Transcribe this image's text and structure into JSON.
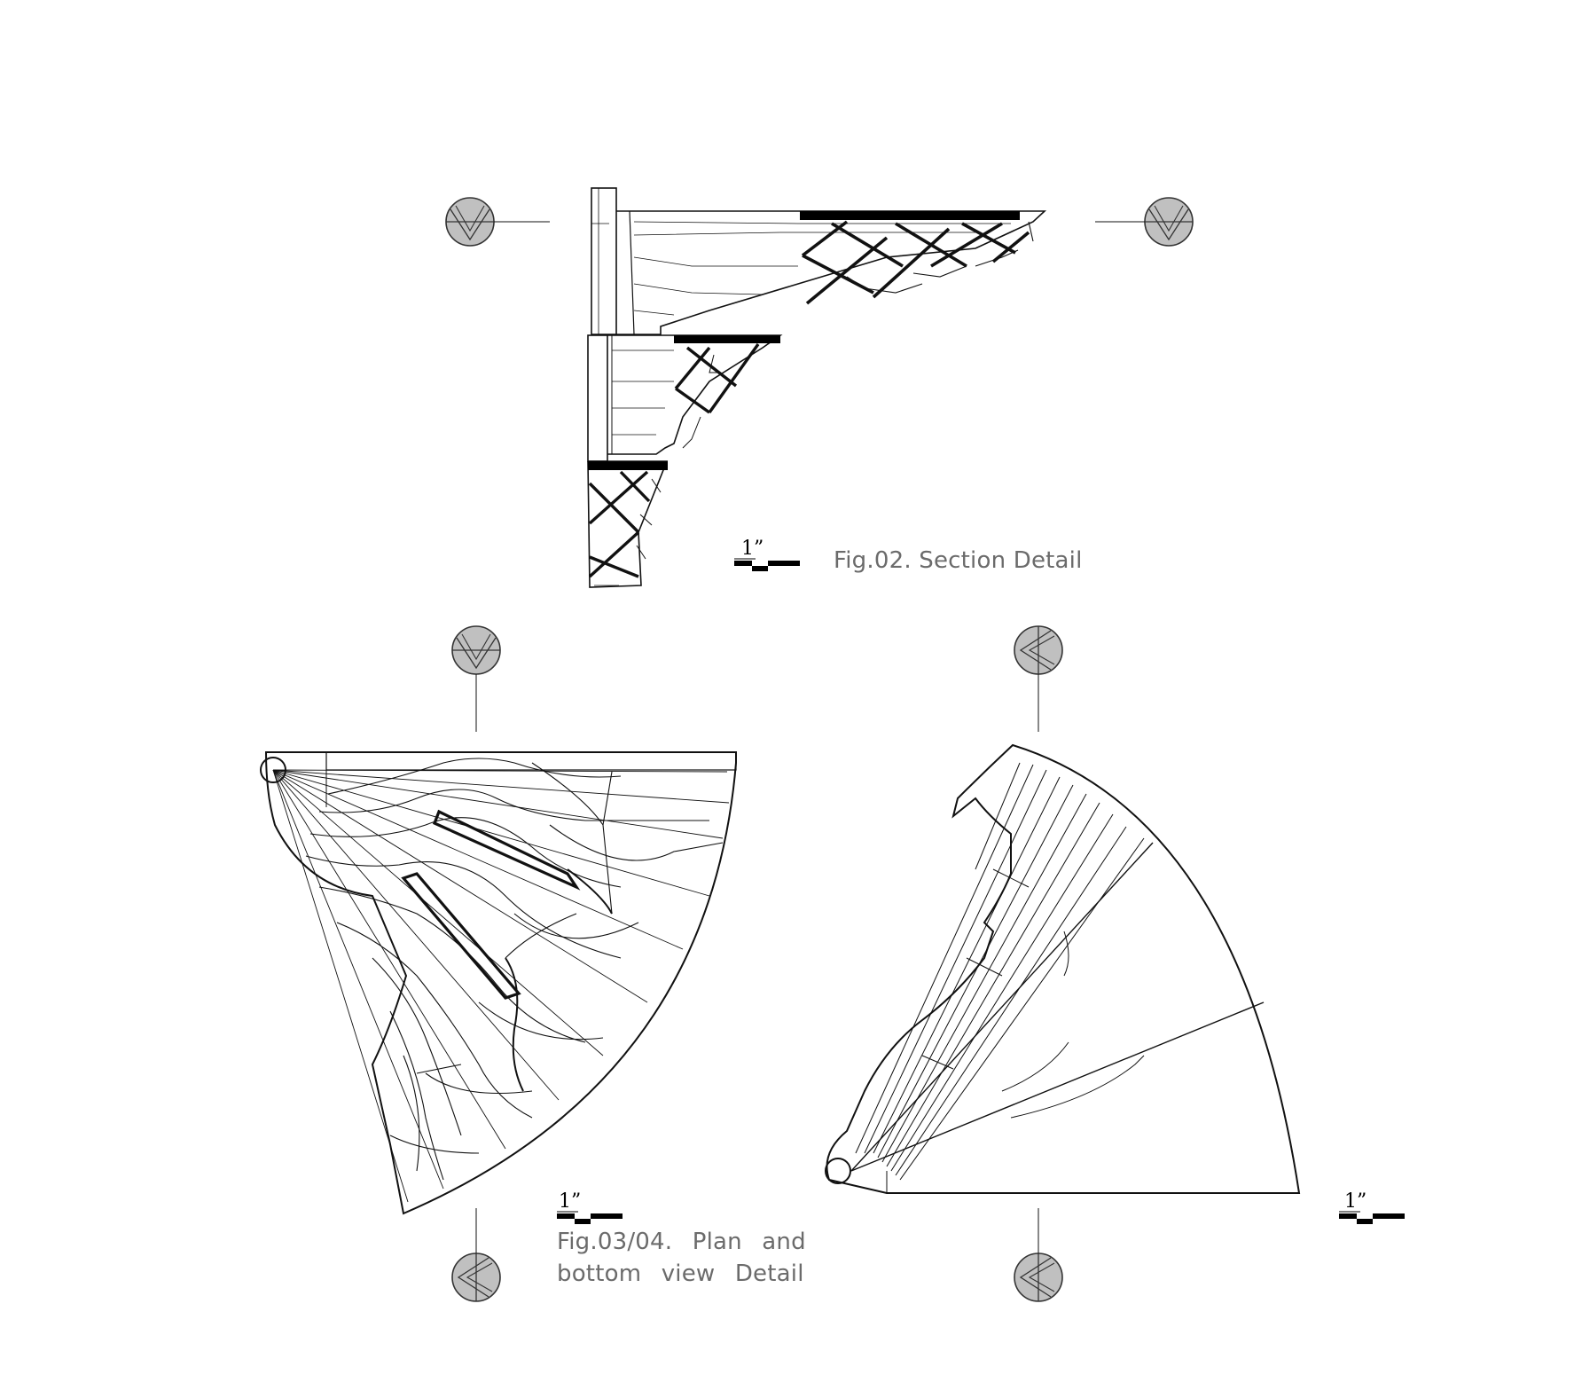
{
  "figures": {
    "section": {
      "caption": "Fig.02.  Section Detail",
      "scale_label": "1”"
    },
    "plan_bottom": {
      "caption": "Fig.03/04.  Plan  and  bottom view Detail",
      "scale_label_left": "1”",
      "scale_label_right": "1”"
    }
  },
  "icons": {
    "section_marker": "section-marker-icon",
    "scale_bar": "scale-bar-icon"
  },
  "colors": {
    "ink": "#000000",
    "caption": "#6b6b6b",
    "marker_fill": "#c0c0c0"
  }
}
